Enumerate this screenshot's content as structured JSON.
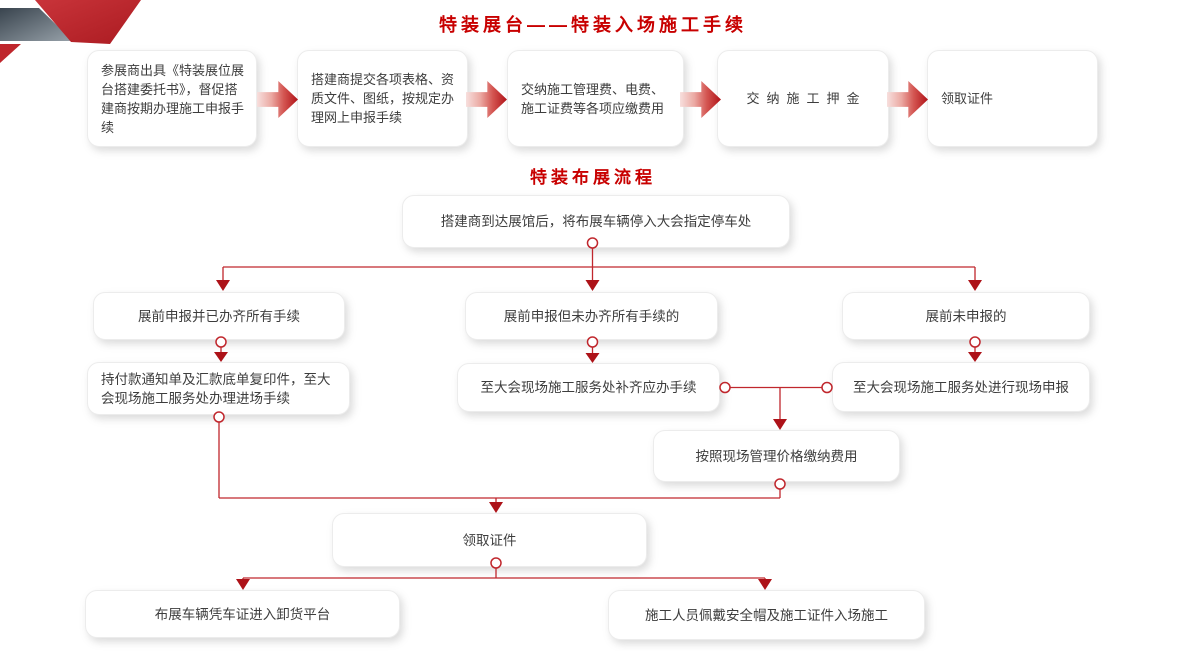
{
  "colors": {
    "title_red": "#c80000",
    "line_red": "#c0272d",
    "arrowhead_red": "#ad1218",
    "deco_red": "#bf262c",
    "deco_gray_dark": "#39444e",
    "deco_gray_light": "#97a1a9",
    "box_text": "#3d3d3d",
    "box_border": "#ececec"
  },
  "flow1": {
    "title": "特装展台——特装入场施工手续",
    "steps": [
      {
        "label": "参展商出具《特装展位展台搭建委托书》，督促搭建商按期办理施工申报手续"
      },
      {
        "label": "搭建商提交各项表格、资质文件、图纸，按规定办理网上申报手续"
      },
      {
        "label": "交纳施工管理费、电费、施工证费等各项应缴费用"
      },
      {
        "label": "交纳施工押金"
      },
      {
        "label": "领取证件"
      }
    ]
  },
  "flow2": {
    "title": "特装布展流程",
    "nodes": {
      "start": "搭建商到达展馆后，将布展车辆停入大会指定停车处",
      "branch_done": "展前申报并已办齐所有手续",
      "branch_partial": "展前申报但未办齐所有手续的",
      "branch_none": "展前未申报的",
      "done_next": "持付款通知单及汇款底单复印件，至大会现场施工服务处办理进场手续",
      "partial_next": "至大会现场施工服务处补齐应办手续",
      "none_next": "至大会现场施工服务处进行现场申报",
      "pay_onsite": "按照现场管理价格缴纳费用",
      "get_pass": "领取证件",
      "vehicle_entry": "布展车辆凭车证进入卸货平台",
      "worker_entry": "施工人员佩戴安全帽及施工证件入场施工"
    }
  }
}
